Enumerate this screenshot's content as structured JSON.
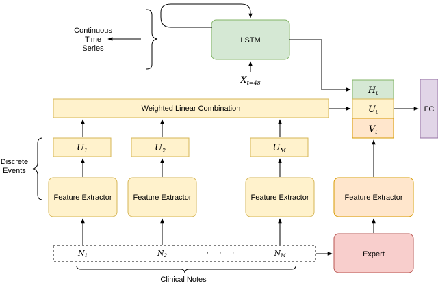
{
  "labels": {
    "lstm": "LSTM",
    "weighted_combination": "Weighted Linear Combination",
    "feature_extractor": "Feature Extractor",
    "expert": "Expert",
    "fc": "FC",
    "continuous_line1": "Continuous",
    "continuous_line2": "Time",
    "continuous_line3": "Series",
    "discrete_line1": "Discrete",
    "discrete_line2": "Events",
    "clinical_notes": "Clinical Notes",
    "ellipsis": "· · ·"
  },
  "math": {
    "x_main": "X",
    "x_sub": "t=48",
    "u_main": "U",
    "u1_sub": "1",
    "u2_sub": "2",
    "um_sub": "M",
    "n_main": "N",
    "n1_sub": "1",
    "n2_sub": "2",
    "nm_sub": "M",
    "h_main": "H",
    "h_sub": "t",
    "ut_sub": "t",
    "v_main": "V",
    "v_sub": "t"
  },
  "colors": {
    "yellow_fill": "#fff2cc",
    "yellow_stroke": "#d6b656",
    "orange_fill": "#ffe6cc",
    "orange_stroke": "#d79b00",
    "green_fill": "#d5e8d4",
    "green_stroke": "#82b366",
    "red_fill": "#f8cecc",
    "red_stroke": "#b85450",
    "purple_fill": "#e1d5e7",
    "purple_stroke": "#9673a6"
  }
}
